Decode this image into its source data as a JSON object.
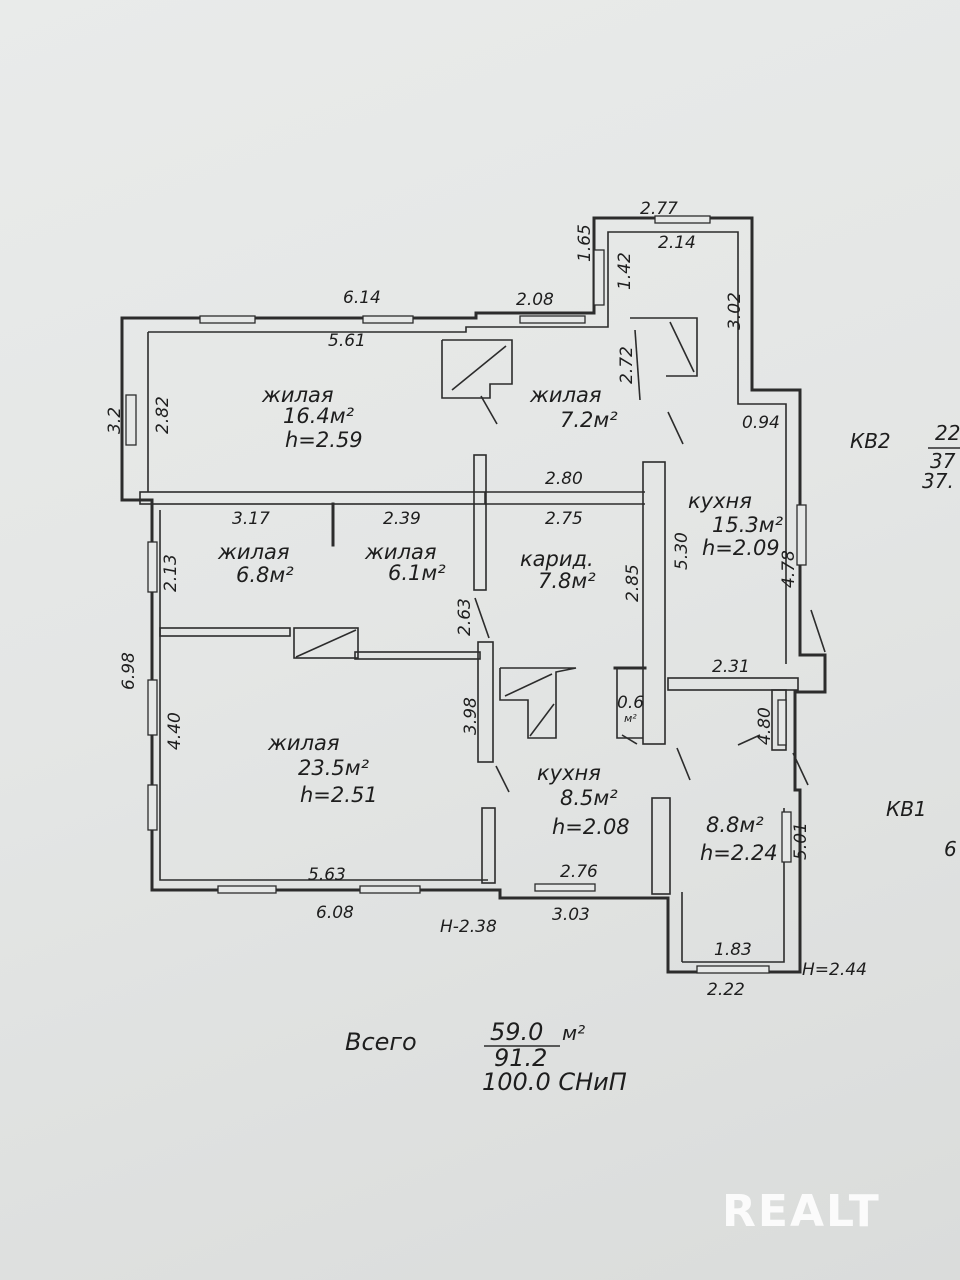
{
  "rooms": {
    "r1": {
      "type": "жилая",
      "area": "16.4",
      "h": "h=2.59"
    },
    "r2": {
      "type": "жилая",
      "area": "7.2"
    },
    "r3": {
      "type": "жилая",
      "area": "6.8"
    },
    "r4": {
      "type": "жилая",
      "area": "6.1"
    },
    "r5": {
      "type": "карид.",
      "area": "7.8"
    },
    "r6": {
      "type": "кухня",
      "area": "15.3",
      "h": "h=2.09"
    },
    "r7": {
      "type": "жилая",
      "area": "23.5",
      "h": "h=2.51"
    },
    "r8": {
      "type": "кухня",
      "area": "8.5",
      "h": "h=2.08"
    },
    "r9": {
      "area": "8.8",
      "h": "h=2.24"
    },
    "r10": {
      "area": "0.6"
    },
    "unit": "м²"
  },
  "dims": {
    "d277": "2.77",
    "d214": "2.14",
    "d165": "1.65",
    "d142": "1.42",
    "d302": "3.02",
    "d614": "6.14",
    "d208": "2.08",
    "d561": "5.61",
    "d272": "2.72",
    "d32": "3.2",
    "d282": "2.82",
    "d094": "0.94",
    "d280": "2.80",
    "d317": "3.17",
    "d239": "2.39",
    "d275": "2.75",
    "d213": "2.13",
    "d285": "2.85",
    "d530": "5.30",
    "d478": "4.78",
    "d263": "2.63",
    "d698": "6.98",
    "d440": "4.40",
    "d398": "3.98",
    "d231": "2.31",
    "d480": "4.80",
    "d501": "5.01",
    "d563": "5.63",
    "d276": "2.76",
    "d608": "6.08",
    "d303": "3.03",
    "dh238": "Н-2.38",
    "d183": "1.83",
    "d222": "2.22",
    "dh244": "Н=2.44"
  },
  "unit_labels": {
    "kv2": "КВ2",
    "kv2_a": "22",
    "kv2_b": "37",
    "kv2_c": "37.",
    "kv1": "КВ1",
    "kv1_a": "6"
  },
  "totals": {
    "label": "Всего",
    "living": "59.0",
    "unit": "м²",
    "total": "91.2",
    "snip": "100.0 СНиП"
  },
  "watermark": "REALT"
}
